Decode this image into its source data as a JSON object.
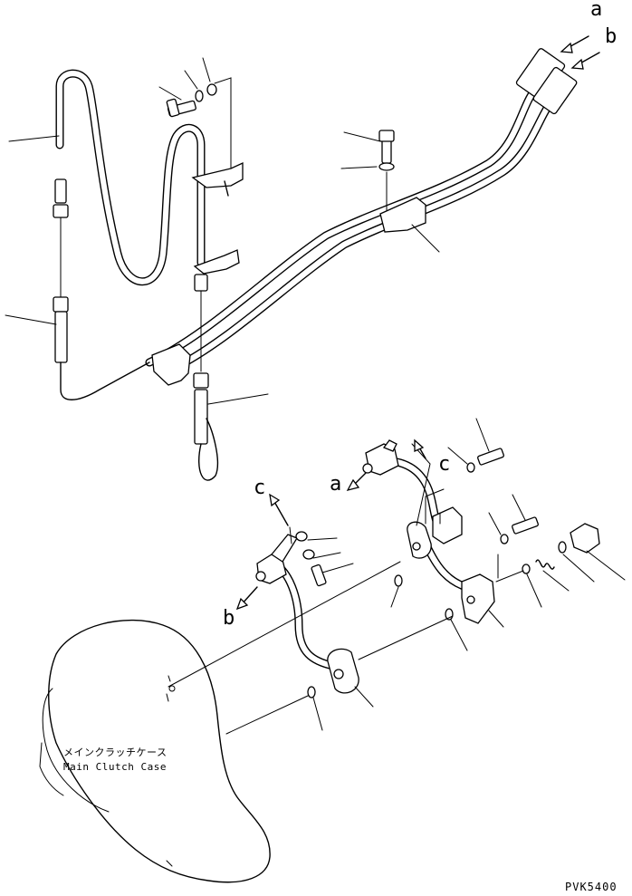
{
  "callouts": {
    "a_top": "a",
    "b_top": "b",
    "c_mid": "c",
    "a_mid": "a",
    "c_left": "c",
    "b_left": "b"
  },
  "case_label": {
    "japanese": "メインクラッチケース",
    "english": "Main Clutch Case"
  },
  "drawing_code": "PVK5400"
}
